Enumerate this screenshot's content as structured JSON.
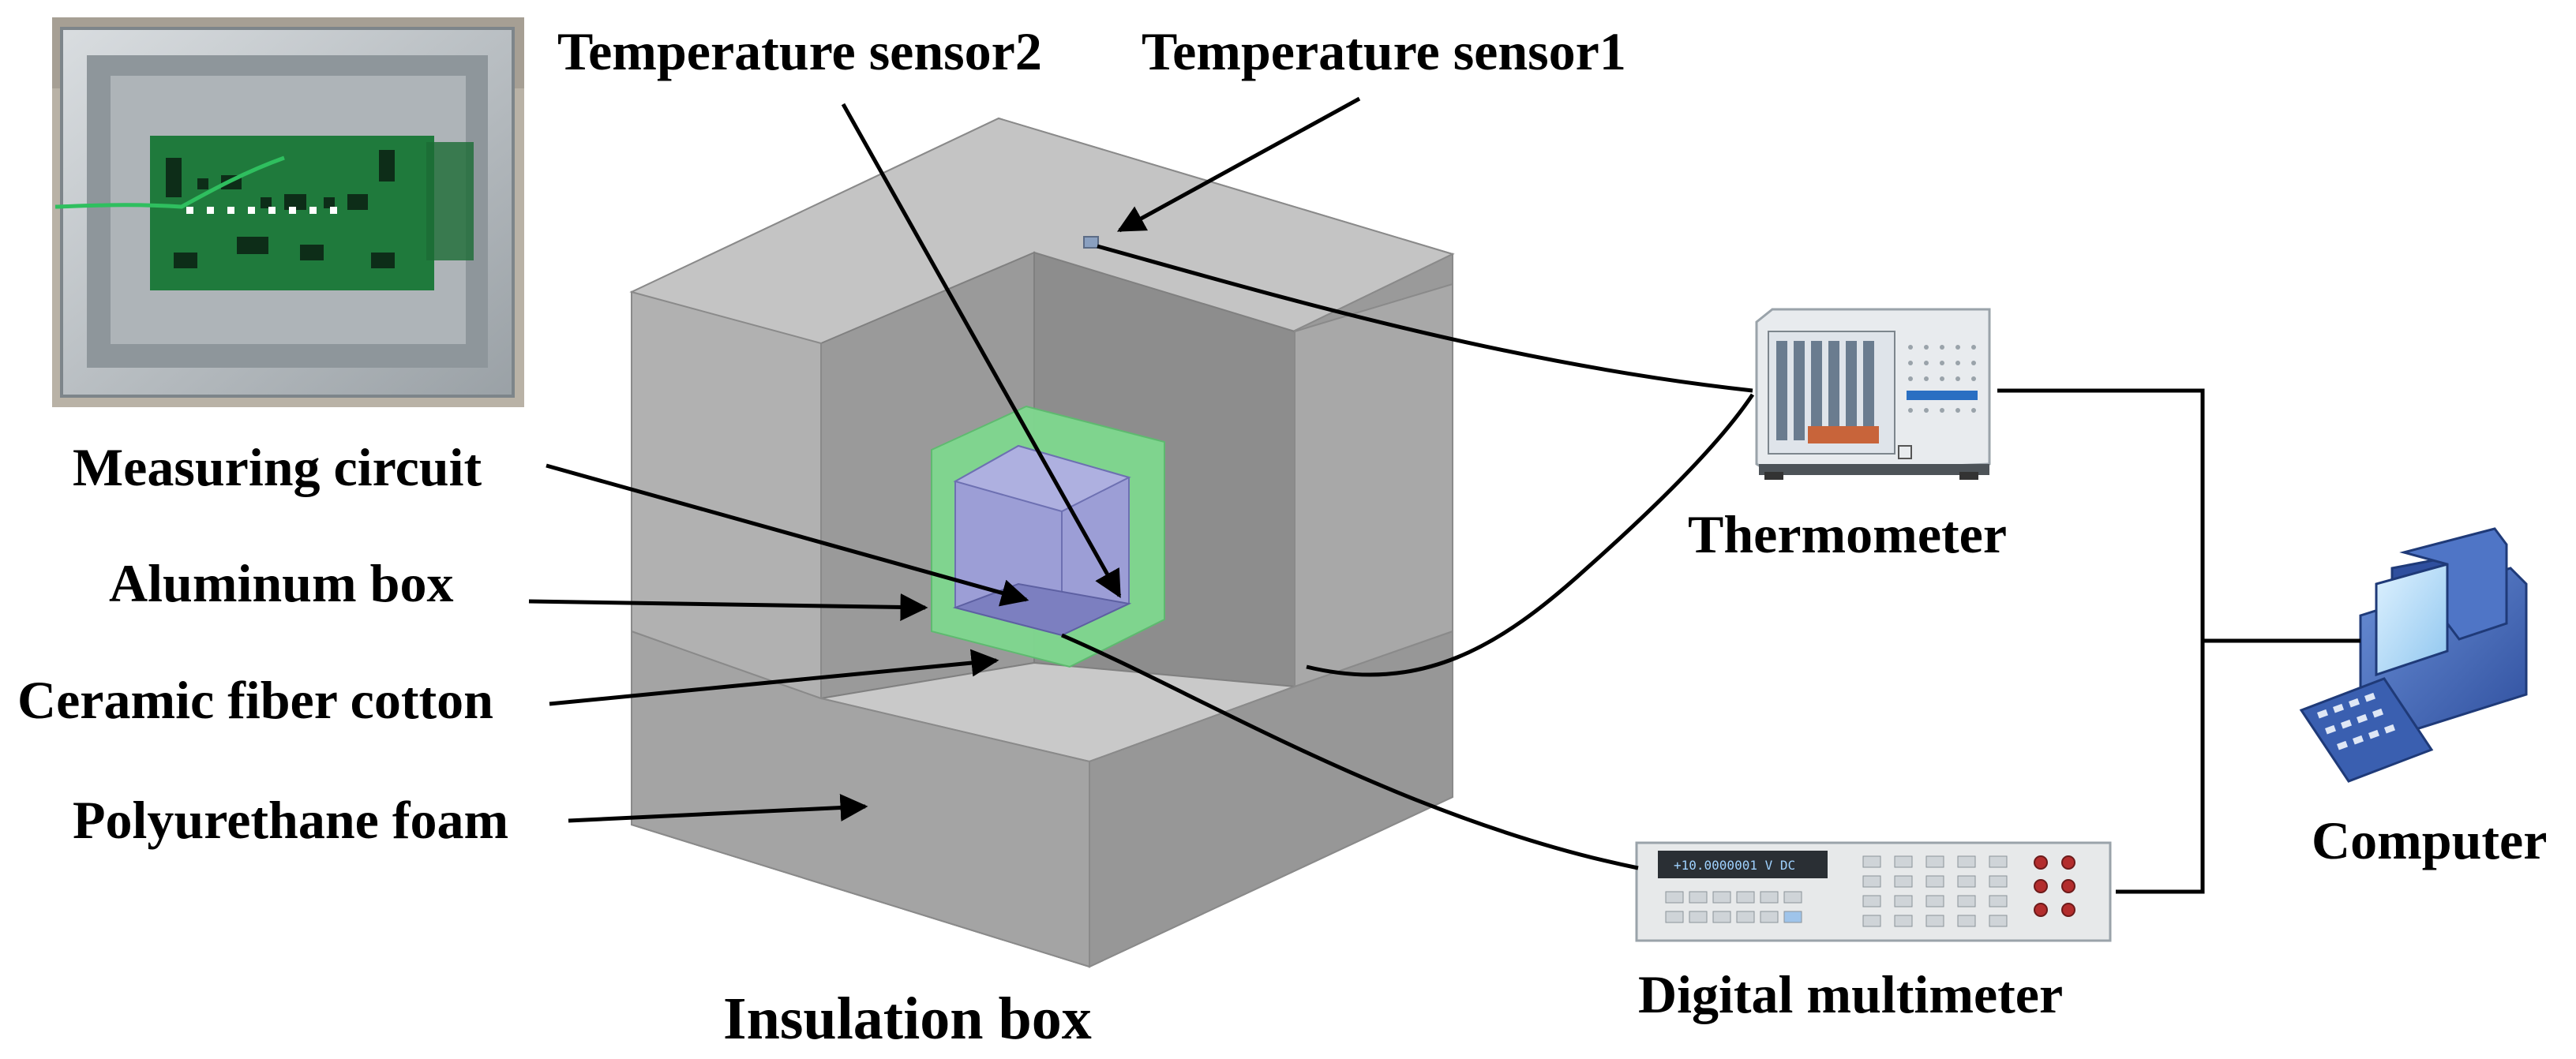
{
  "labels": {
    "temperature_sensor2": "Temperature sensor2",
    "temperature_sensor1": "Temperature sensor1",
    "measuring_circuit": "Measuring circuit",
    "aluminum_box": "Aluminum box",
    "ceramic_fiber_cotton": "Ceramic fiber cotton",
    "polyurethane_foam": "Polyurethane foam",
    "insulation_box": "Insulation box",
    "thermometer": "Thermometer",
    "digital_multimeter": "Digital multimeter",
    "computer": "Computer"
  },
  "multimeter": {
    "display": "+10.0000001 V DC"
  },
  "colors": {
    "foam_light": "#c4c4c4",
    "foam_mid": "#a9a9a9",
    "foam_dark": "#939393",
    "ceramic_green": "#7fd88f",
    "aluminum_blue": "#9c9ed6",
    "pcb_green": "#1f7a3c",
    "line": "#000000"
  }
}
